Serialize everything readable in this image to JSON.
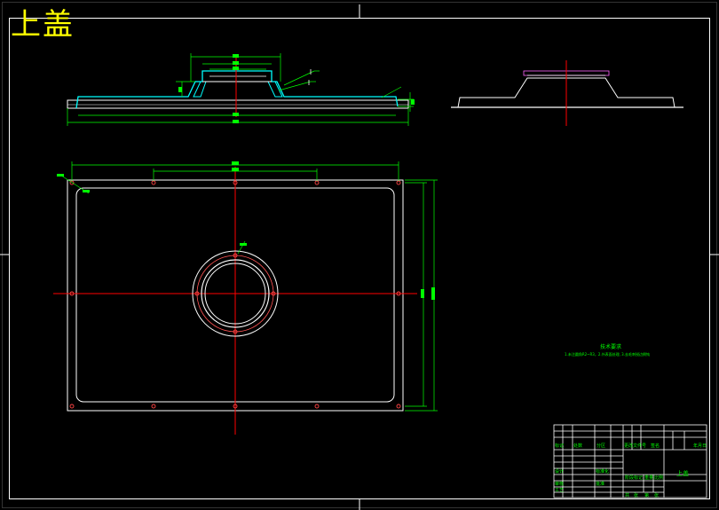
{
  "drawing": {
    "title": "上盖",
    "technical_requirements_title": "技术要求",
    "technical_requirements_line": "1.未注圆角R2~R3，2.外表面处理, 3.去毛刺锐边倒钝"
  },
  "title_block": {
    "part_name": "上盖",
    "header_cells": [
      "标记",
      "处数",
      "分区",
      "更改文件号",
      "签名",
      "年月日"
    ],
    "role_cells": [
      "设计",
      "标准化",
      "审核",
      "工艺",
      "批准"
    ],
    "info_cells": [
      "阶段标记",
      "重量",
      "比例"
    ],
    "sheet_cells": [
      "共",
      "张",
      "第",
      "张"
    ]
  },
  "colors": {
    "background": "#000000",
    "outline": "#ffffff",
    "dimension": "#00ff00",
    "centerline": "#ff0000",
    "section_edge": "#00ffff",
    "title": "#ffff00"
  }
}
